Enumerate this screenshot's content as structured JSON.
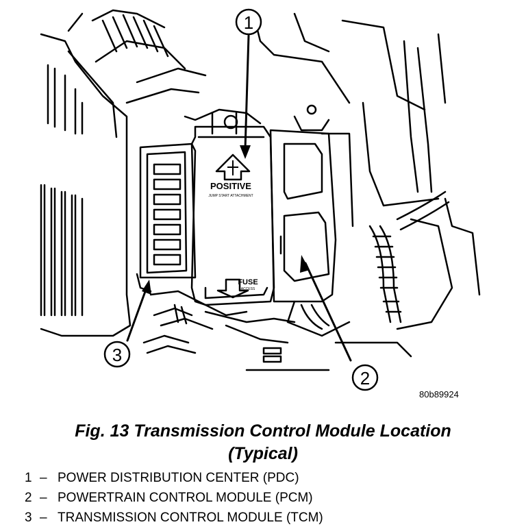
{
  "figure": {
    "callouts": [
      "1",
      "2",
      "3"
    ],
    "labels": {
      "positive": "POSITIVE",
      "jump_start": "JUMP START ATTACHMENT",
      "fuse": "FUSE",
      "fuse_sub": "ACCESS"
    },
    "reference_id": "80b89924"
  },
  "caption": {
    "line1": "Fig. 13 Transmission Control Module Location",
    "line2": "(Typical)"
  },
  "legend": [
    {
      "num": "1",
      "dash": "–",
      "text": "POWER DISTRIBUTION CENTER (PDC)"
    },
    {
      "num": "2",
      "dash": "–",
      "text": "POWERTRAIN CONTROL MODULE (PCM)"
    },
    {
      "num": "3",
      "dash": "–",
      "text": "TRANSMISSION CONTROL MODULE (TCM)"
    }
  ]
}
